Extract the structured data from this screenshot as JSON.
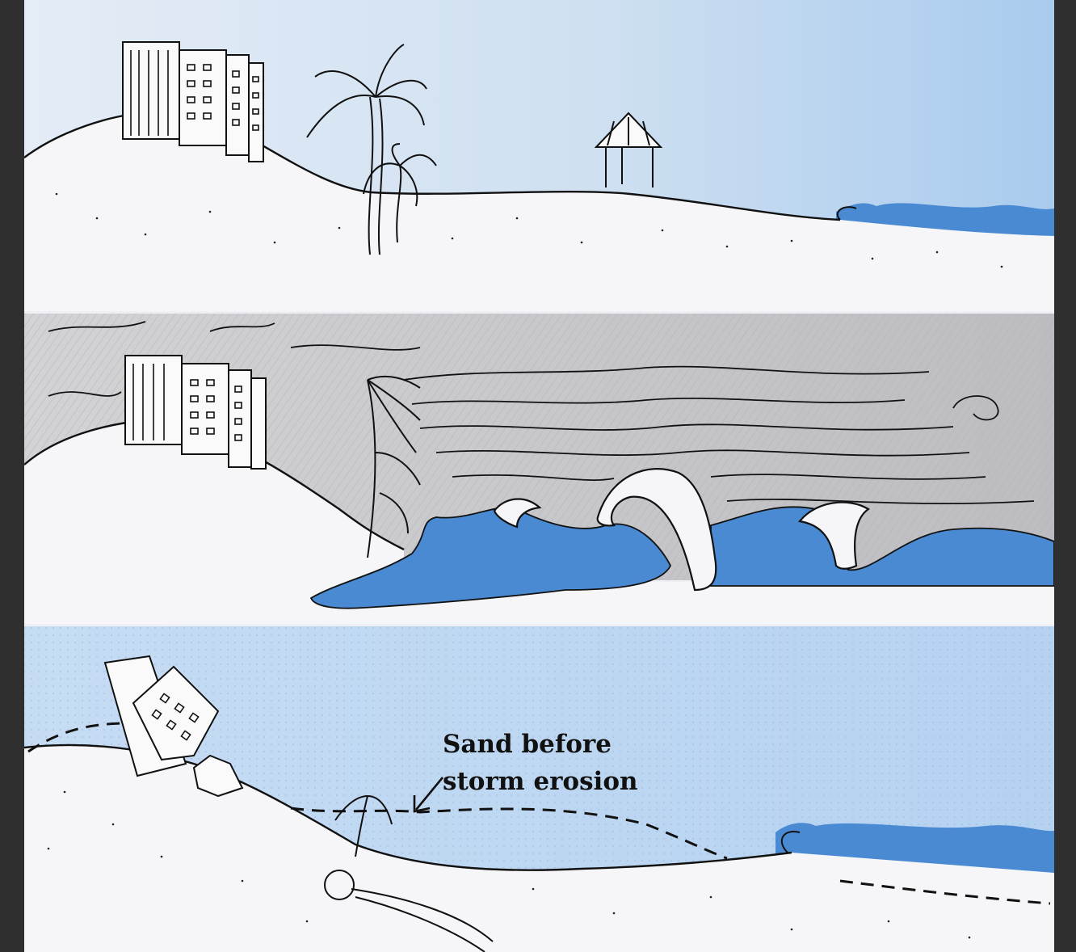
{
  "annotation": {
    "line1": "Sand before",
    "line2": "storm erosion"
  },
  "colors": {
    "sky_calm": "#c9ddef",
    "sky_storm": "#c8c8ca",
    "water": "#4a8ad2",
    "sand": "#f6f6f8",
    "ink": "#111111",
    "frame": "#2f2f2f"
  },
  "panels": [
    {
      "scene": "calm-beach"
    },
    {
      "scene": "storm-surge"
    },
    {
      "scene": "after-erosion"
    }
  ]
}
